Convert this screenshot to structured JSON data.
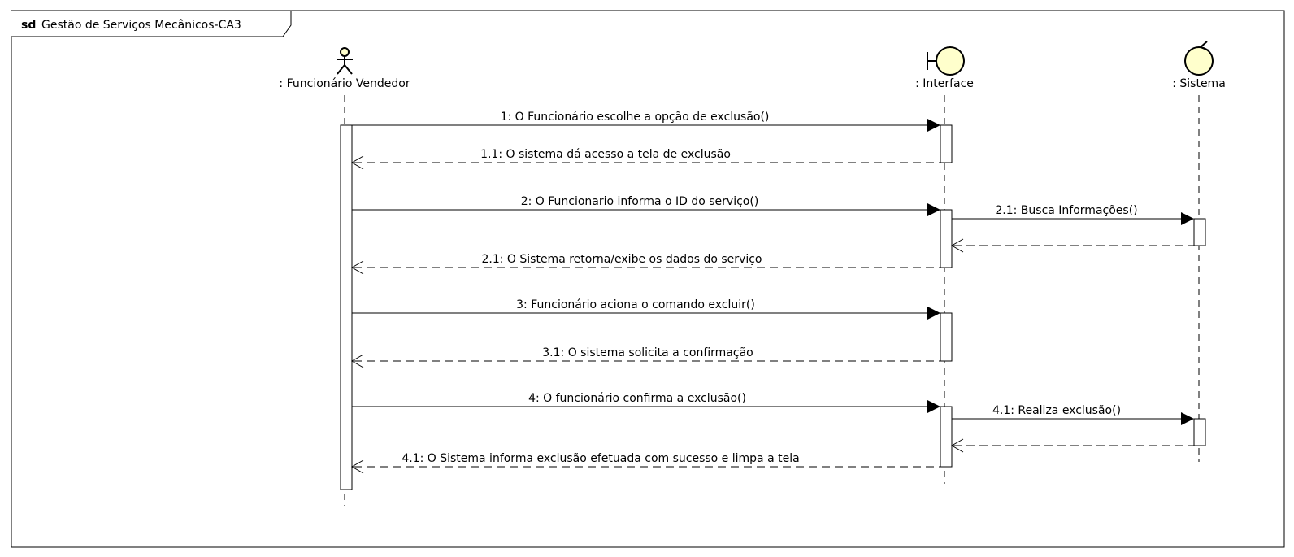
{
  "frame": {
    "keyword": "sd",
    "title": "Gestão de Serviços Mecânicos-CA3"
  },
  "lifelines": [
    {
      "id": "actor",
      "kind": "actor-icon",
      "label": ": Funcionário Vendedor"
    },
    {
      "id": "interface",
      "kind": "boundary-icon",
      "label": ": Interface"
    },
    {
      "id": "sistema",
      "kind": "control-icon",
      "label": ": Sistema"
    }
  ],
  "colors": {
    "stroke": "#000000",
    "icon_fill": "#ffffcc",
    "activation_fill": "#ffffff"
  },
  "messages": [
    {
      "from": "actor",
      "to": "interface",
      "kind": "sync",
      "label": "1: O Funcionário escolhe a opção de exclusão()"
    },
    {
      "from": "interface",
      "to": "actor",
      "kind": "reply",
      "label": "1.1: O sistema dá acesso a tela de exclusão"
    },
    {
      "from": "actor",
      "to": "interface",
      "kind": "sync",
      "label": "2: O Funcionario informa o ID do serviço()"
    },
    {
      "from": "interface",
      "to": "sistema",
      "kind": "sync",
      "label": "2.1: Busca Informações()"
    },
    {
      "from": "sistema",
      "to": "interface",
      "kind": "reply",
      "label": ""
    },
    {
      "from": "interface",
      "to": "actor",
      "kind": "reply",
      "label": "2.1: O Sistema retorna/exibe os dados do serviço"
    },
    {
      "from": "actor",
      "to": "interface",
      "kind": "sync",
      "label": "3: Funcionário aciona o comando excluir()"
    },
    {
      "from": "interface",
      "to": "actor",
      "kind": "reply",
      "label": "3.1: O sistema solicita a confirmação"
    },
    {
      "from": "actor",
      "to": "interface",
      "kind": "sync",
      "label": "4: O funcionário confirma a exclusão()"
    },
    {
      "from": "interface",
      "to": "sistema",
      "kind": "sync",
      "label": "4.1: Realiza exclusão()"
    },
    {
      "from": "sistema",
      "to": "interface",
      "kind": "reply",
      "label": ""
    },
    {
      "from": "interface",
      "to": "actor",
      "kind": "reply",
      "label": "4.1: O Sistema informa exclusão efetuada com sucesso e limpa a tela"
    }
  ]
}
